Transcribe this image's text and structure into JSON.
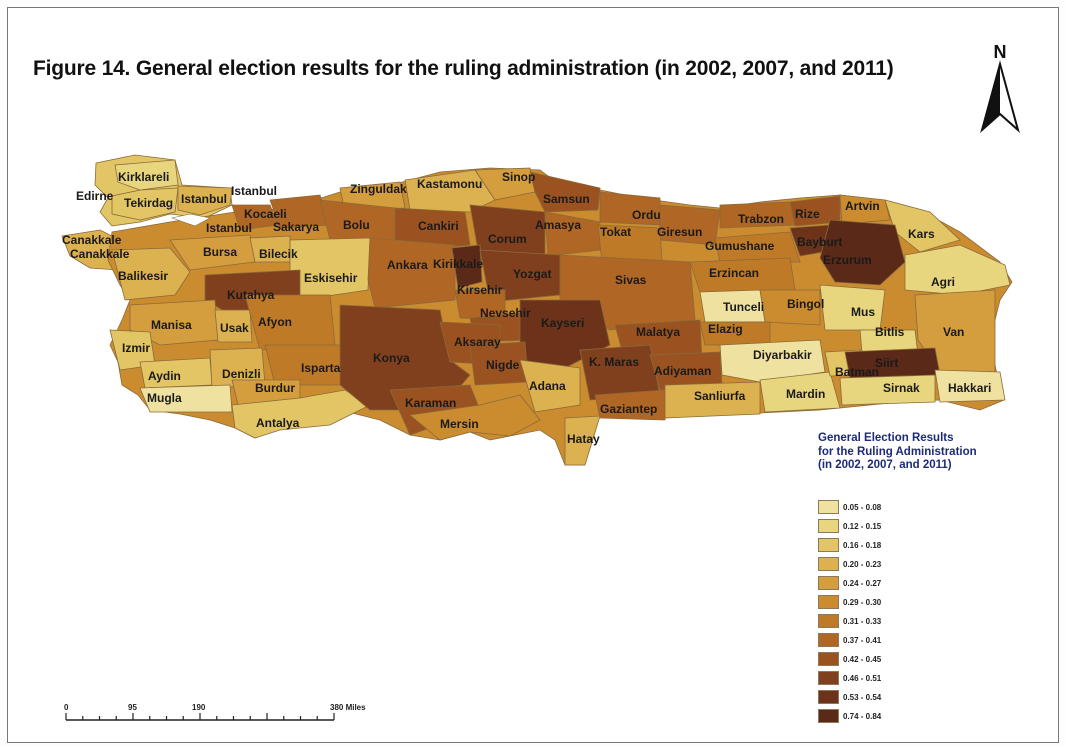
{
  "title": "Figure 14. General election results for the ruling administration (in 2002, 2007, and 2011)",
  "north_arrow": {
    "letter": "N"
  },
  "legend": {
    "title_lines": [
      "General Election Results",
      "for the Ruling Administration",
      "(in 2002, 2007, and 2011)"
    ],
    "classes": [
      {
        "label": "0.05 - 0.08",
        "color": "#efe2a0"
      },
      {
        "label": "0.12 - 0.15",
        "color": "#e8d67e"
      },
      {
        "label": "0.16 - 0.18",
        "color": "#e2c564"
      },
      {
        "label": "0.20 - 0.23",
        "color": "#dcb14f"
      },
      {
        "label": "0.24 - 0.27",
        "color": "#d49d3e"
      },
      {
        "label": "0.29 - 0.30",
        "color": "#cb8c30"
      },
      {
        "label": "0.31 - 0.33",
        "color": "#bf7a28"
      },
      {
        "label": "0.37 - 0.41",
        "color": "#b06624"
      },
      {
        "label": "0.42 - 0.45",
        "color": "#9a5220"
      },
      {
        "label": "0.46 - 0.51",
        "color": "#81401d"
      },
      {
        "label": "0.53 - 0.54",
        "color": "#6c331a"
      },
      {
        "label": "0.74 - 0.84",
        "color": "#5a2918"
      }
    ]
  },
  "scale_bar": {
    "labels": [
      "0",
      "95",
      "190",
      "380 Miles"
    ]
  },
  "provinces": [
    "Kirklareli",
    "Edirne",
    "Tekirdag",
    "Istanbul",
    "Istanbul",
    "Istanbul",
    "Kocaeli",
    "Sakarya",
    "Canakkale",
    "Canakkale",
    "Zinguldak",
    "Kastamonu",
    "Sinop",
    "Samsun",
    "Ordu",
    "Trabzon",
    "Rize",
    "Artvin",
    "Kars",
    "Bolu",
    "Cankiri",
    "Corum",
    "Amasya",
    "Tokat",
    "Giresun",
    "Gumushane",
    "Bayburt",
    "Erzurum",
    "Agri",
    "Bursa",
    "Bilecik",
    "Eskisehir",
    "Ankara",
    "Kirikkale",
    "Yozgat",
    "Sivas",
    "Erzincan",
    "Balikesir",
    "Kutahya",
    "Kirsehir",
    "Nevsehir",
    "Tunceli",
    "Bingol",
    "Mus",
    "Bitlis",
    "Van",
    "Manisa",
    "Usak",
    "Afyon",
    "Kayseri",
    "Malatya",
    "Elazig",
    "Izmir",
    "Konya",
    "Aksaray",
    "Nigde",
    "K. Maras",
    "Adiyaman",
    "Diyarbakir",
    "Batman",
    "Siirt",
    "Aydin",
    "Denizli",
    "Isparta",
    "Burdur",
    "Adana",
    "Sanliurfa",
    "Mardin",
    "Sirnak",
    "Hakkari",
    "Mugla",
    "Karaman",
    "Gaziantep",
    "Antalya",
    "Mersin",
    "Hatay"
  ]
}
